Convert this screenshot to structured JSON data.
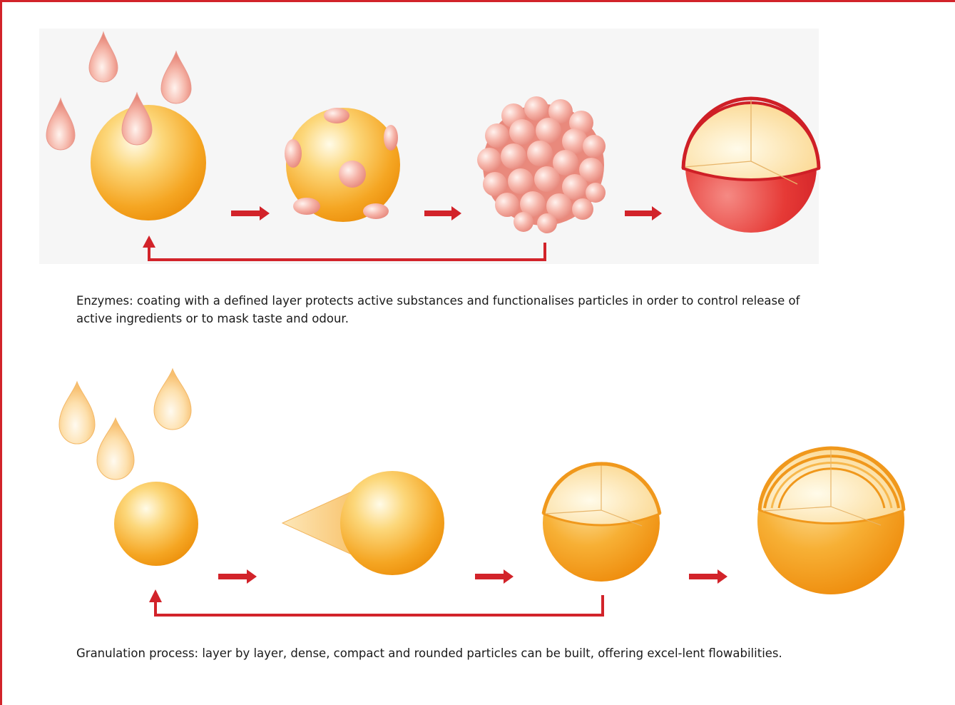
{
  "colors": {
    "frame": "#d2232a",
    "arrow": "#d2232a",
    "orange_particle": "#f5a623",
    "red_shell": "#e2262e",
    "pink_droplet": "#f2a9a0",
    "light_orange_droplet": "#fbd08a"
  },
  "panels": [
    {
      "name": "enzymes-coating",
      "stages": [
        "core-with-droplets",
        "core-with-patches",
        "coated-cluster",
        "coated-sphere-cutaway"
      ],
      "caption": "Enzymes: coating with a defined layer protects active substances and functionalises particles in order to control release of active ingredients or to mask taste and odour."
    },
    {
      "name": "granulation-process",
      "stages": [
        "core-with-droplets",
        "core-with-spray",
        "layered-sphere-cutaway",
        "multi-layer-sphere-cutaway"
      ],
      "caption": "Granulation process: layer by layer, dense, compact and rounded particles can be built, offering excel-lent flowabilities."
    }
  ]
}
